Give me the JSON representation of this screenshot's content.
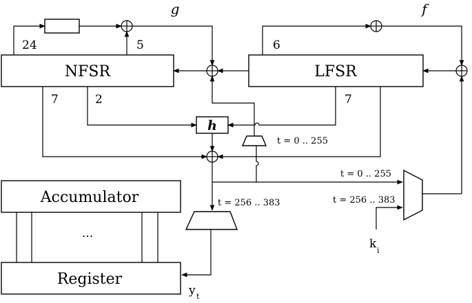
{
  "blocks": {
    "nfsr": "NFSR",
    "lfsr": "LFSR",
    "accumulator": "Accumulator",
    "register": "Register",
    "h": "h",
    "dots": "..."
  },
  "functions": {
    "g": "g",
    "f": "f"
  },
  "taps": {
    "nfsr_top_left": "24",
    "nfsr_top_right": "5",
    "nfsr_bottom_left": "7",
    "nfsr_bottom_right": "2",
    "lfsr_top": "6",
    "lfsr_bottom": "7"
  },
  "timing": {
    "mux_upper": "t = 0 .. 255",
    "right_mux_upper": "t = 0 .. 255",
    "right_mux_lower": "t = 256 .. 383",
    "mux_lower": "t = 256 .. 383"
  },
  "signals": {
    "y_base": "y",
    "y_sub": "t",
    "k_base": "k",
    "k_sub": "i"
  }
}
